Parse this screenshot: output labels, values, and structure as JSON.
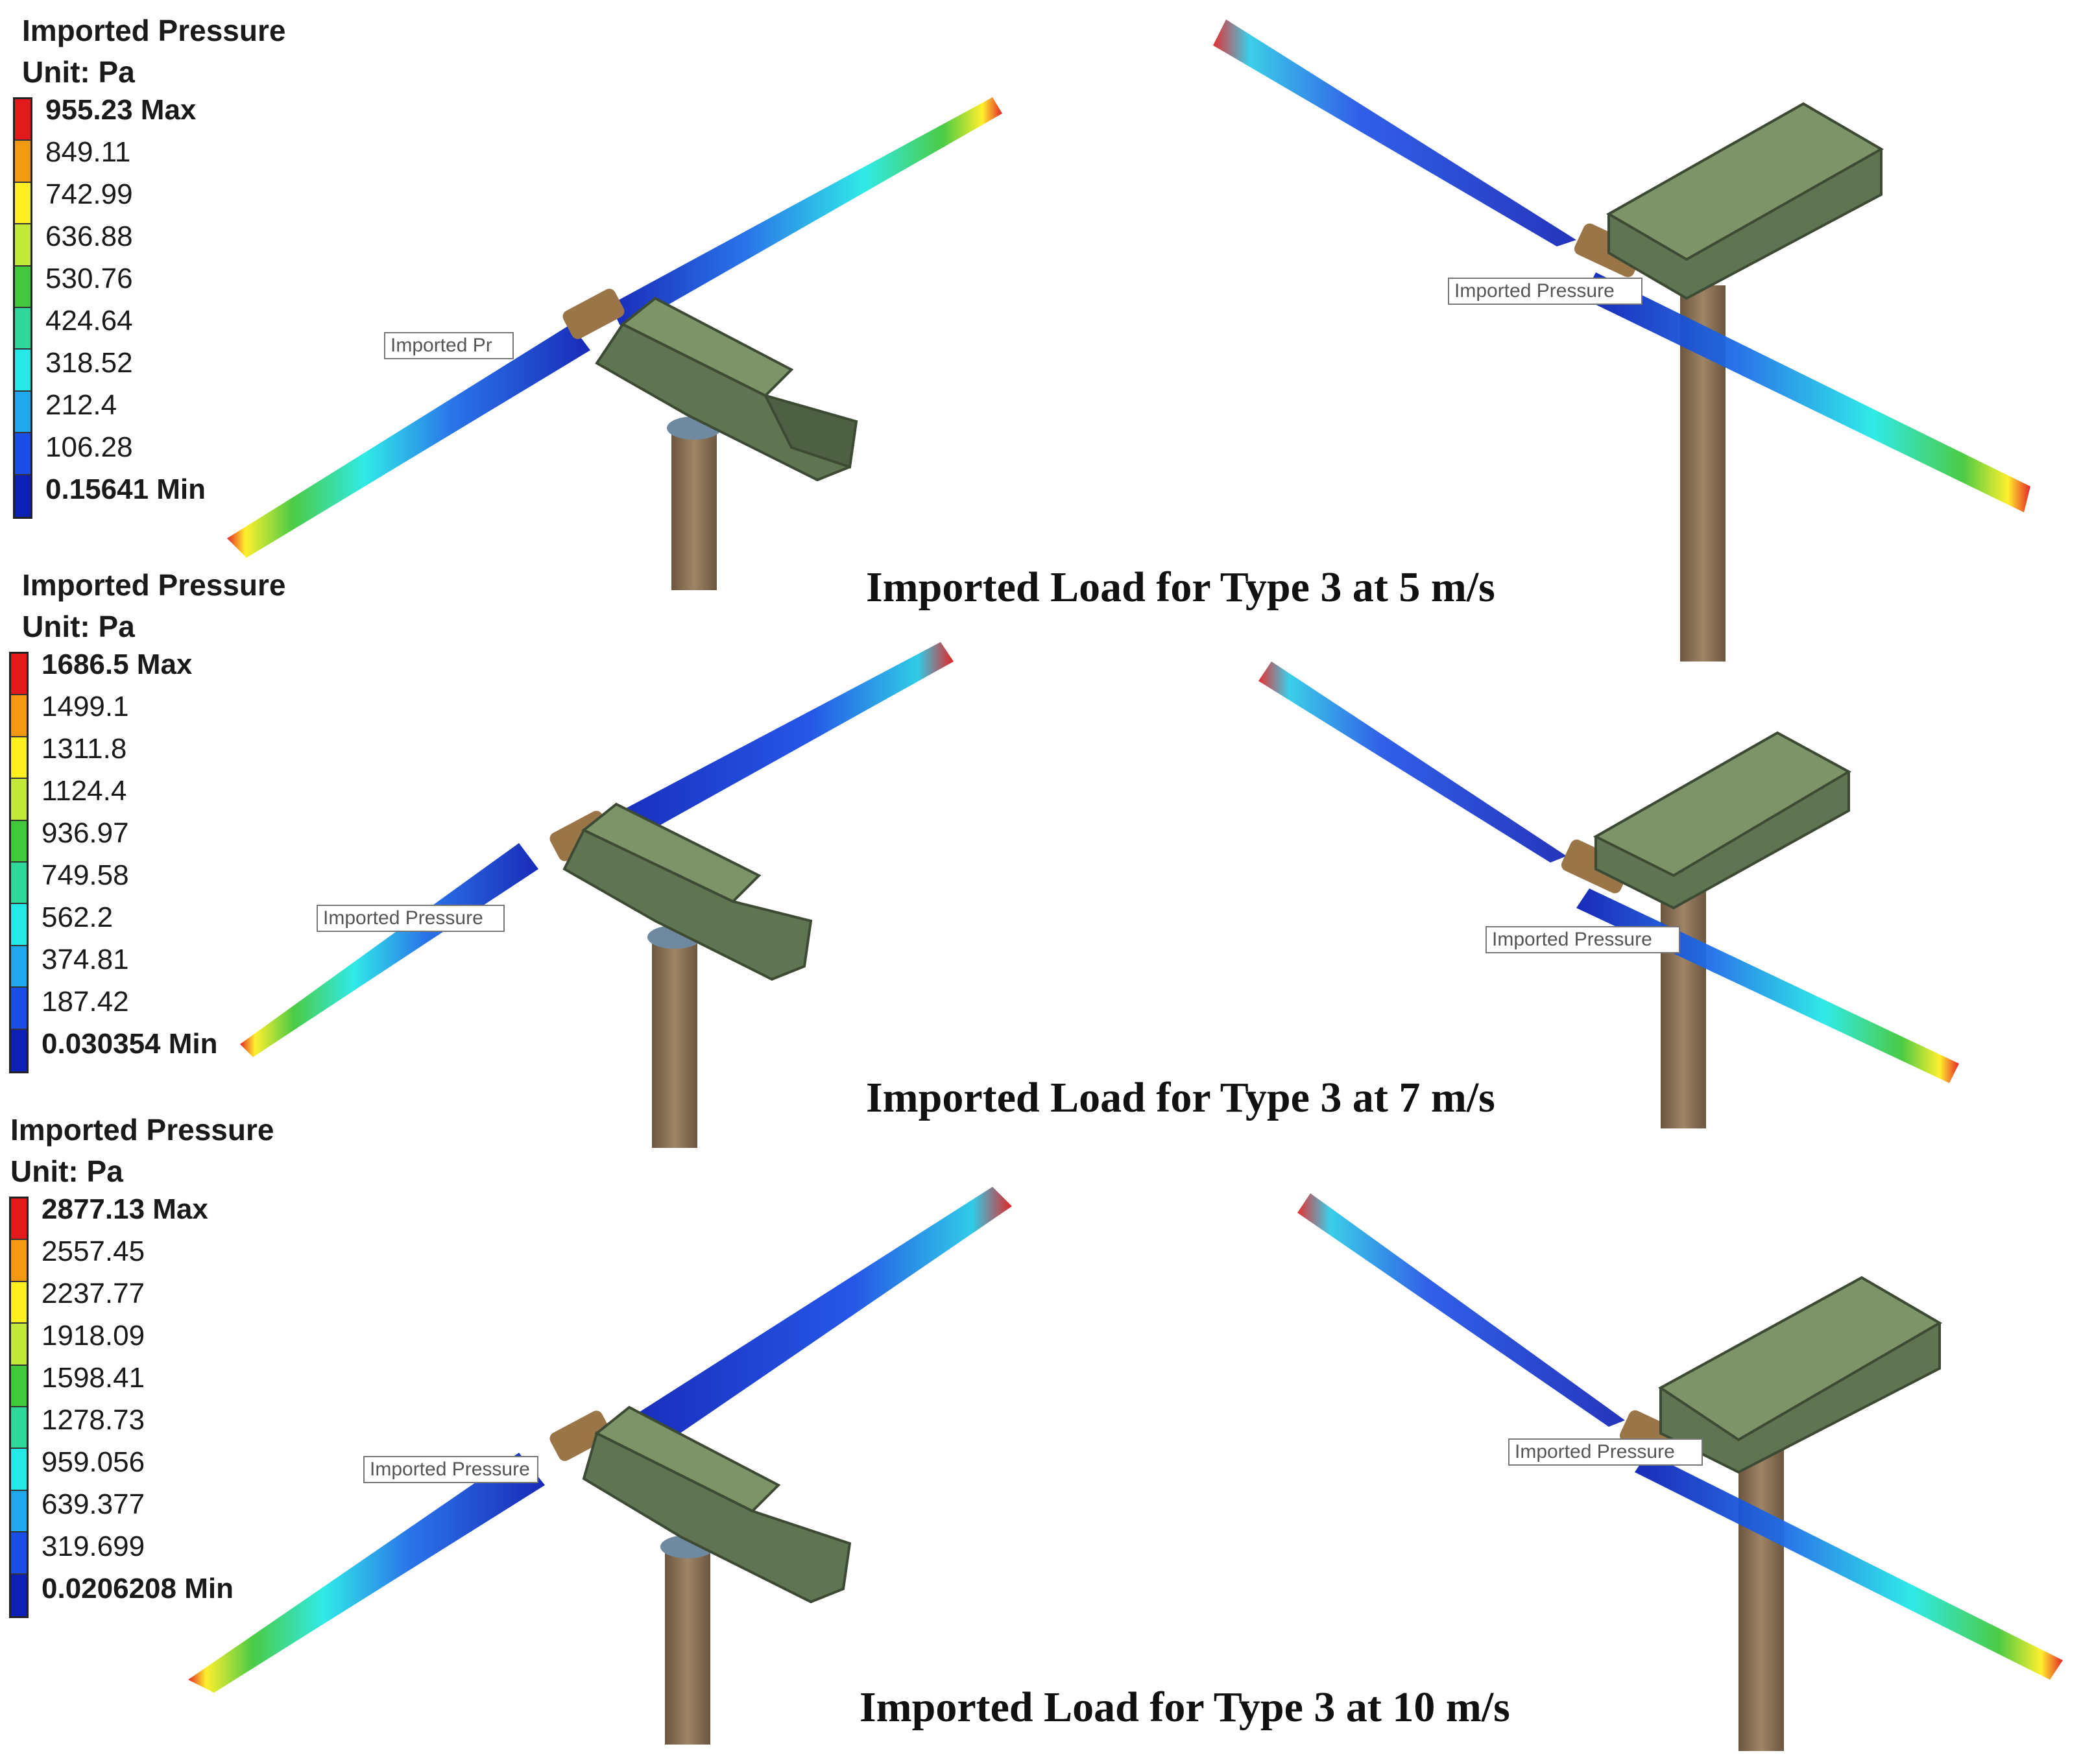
{
  "panels": [
    {
      "legend": {
        "title": "Imported Pressure",
        "unit": "Unit: Pa",
        "ticks": [
          "955.23 Max",
          "849.11",
          "742.99",
          "636.88",
          "530.76",
          "424.64",
          "318.52",
          "212.4",
          "106.28",
          "0.15641 Min"
        ]
      },
      "caption": "Imported Load for Type 3 at  5 m/s",
      "tag_left": "Imported Pr",
      "tag_right": "Imported Pressure"
    },
    {
      "legend": {
        "title": "Imported Pressure",
        "unit": "Unit: Pa",
        "ticks": [
          "1686.5 Max",
          "1499.1",
          "1311.8",
          "1124.4",
          "936.97",
          "749.58",
          "562.2",
          "374.81",
          "187.42",
          "0.030354 Min"
        ]
      },
      "caption": "Imported Load for Type 3 at  7 m/s",
      "tag_left": "Imported Pressure",
      "tag_right": "Imported Pressure"
    },
    {
      "legend": {
        "title": "Imported Pressure",
        "unit": "Unit: Pa",
        "ticks": [
          "2877.13 Max",
          "2557.45",
          "2237.77",
          "1918.09",
          "1598.41",
          "1278.73",
          "959.056",
          "639.377",
          "319.699",
          "0.0206208 Min"
        ]
      },
      "caption": "Imported Load for Type 3 at 10 m/s",
      "tag_left": "Imported Pressure",
      "tag_right": "Imported Pressure"
    }
  ],
  "colors": {
    "scale": [
      "#e31a1c",
      "#f39a12",
      "#ffee22",
      "#c2e83a",
      "#42c83b",
      "#2fd79a",
      "#25e9e6",
      "#1fa8ee",
      "#1a4ee6",
      "#0d1fb4"
    ],
    "nacelle": "#5f7452",
    "nacelle_light": "#7c9468",
    "tower": "#8c7358",
    "hub": "#9a7548"
  }
}
